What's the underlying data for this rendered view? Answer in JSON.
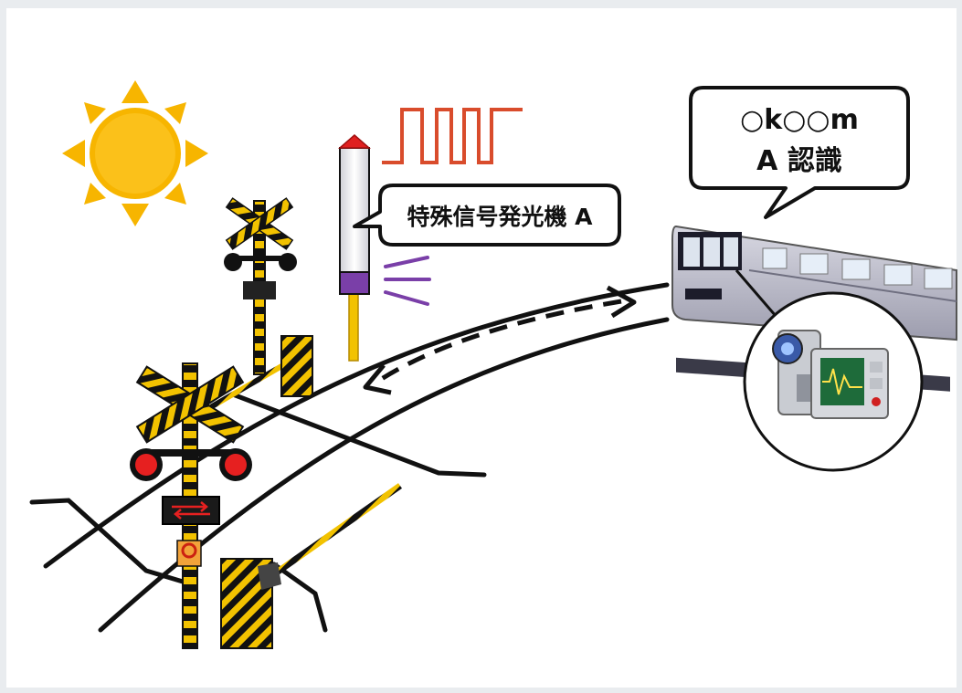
{
  "labels": {
    "emitter_label": "特殊信号発光機 A",
    "train_line1": "○k○○m",
    "train_line2": "A 認識"
  },
  "icons": [
    "sun-icon",
    "crossing-signal-icon",
    "barrier-gate-icon",
    "special-signal-emitter-icon",
    "train-icon",
    "video-camera-icon",
    "monitor-icon",
    "pulse-wave-icon",
    "dashed-arrow-icon"
  ],
  "colors": {
    "sun": "#f7b500",
    "emitter_cap": "#e02020",
    "emitter_band": "#7a3fa8",
    "pulse_wave": "#d94c2c",
    "crossing_yellow": "#f2c200",
    "signal_red": "#e62020",
    "train_body": "#b8b8c6"
  }
}
